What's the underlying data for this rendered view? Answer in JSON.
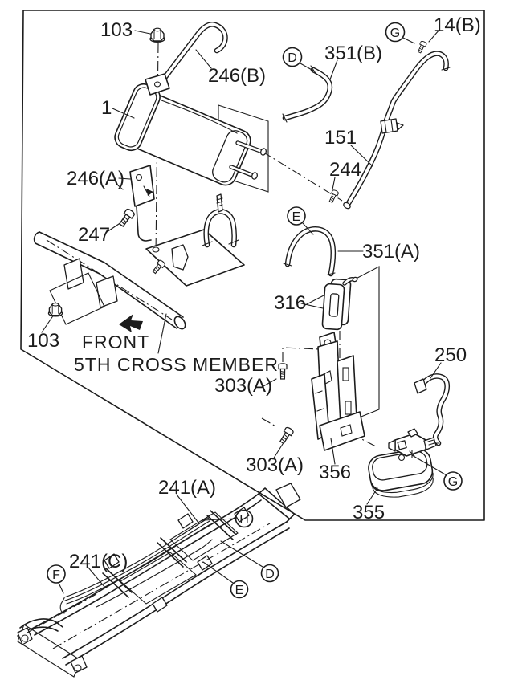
{
  "diagram": {
    "background": "#ffffff",
    "line_color": "#1c1c1c",
    "labels": {
      "l103_top": "103",
      "l246b": "246(B)",
      "l1": "1",
      "l246a": "246(A)",
      "l247": "247",
      "l103_left": "103",
      "l303a_upper": "303(A)",
      "l303a_lower": "303(A)",
      "l356": "356",
      "l355": "355",
      "l316": "316",
      "l351a": "351(A)",
      "l351b": "351(B)",
      "l151": "151",
      "l244": "244",
      "l14b": "14(B)",
      "l250": "250",
      "l241a": "241(A)",
      "l241c": "241(C)"
    },
    "annotations": {
      "front": "FRONT",
      "cross_member": "5TH CROSS MEMBER"
    },
    "callouts": {
      "d_upper": "D",
      "g_upper": "G",
      "e_upper": "E",
      "g_lower": "G",
      "h_lower": "H",
      "f_lower": "F",
      "d_lower": "D",
      "e_lower": "E"
    }
  }
}
